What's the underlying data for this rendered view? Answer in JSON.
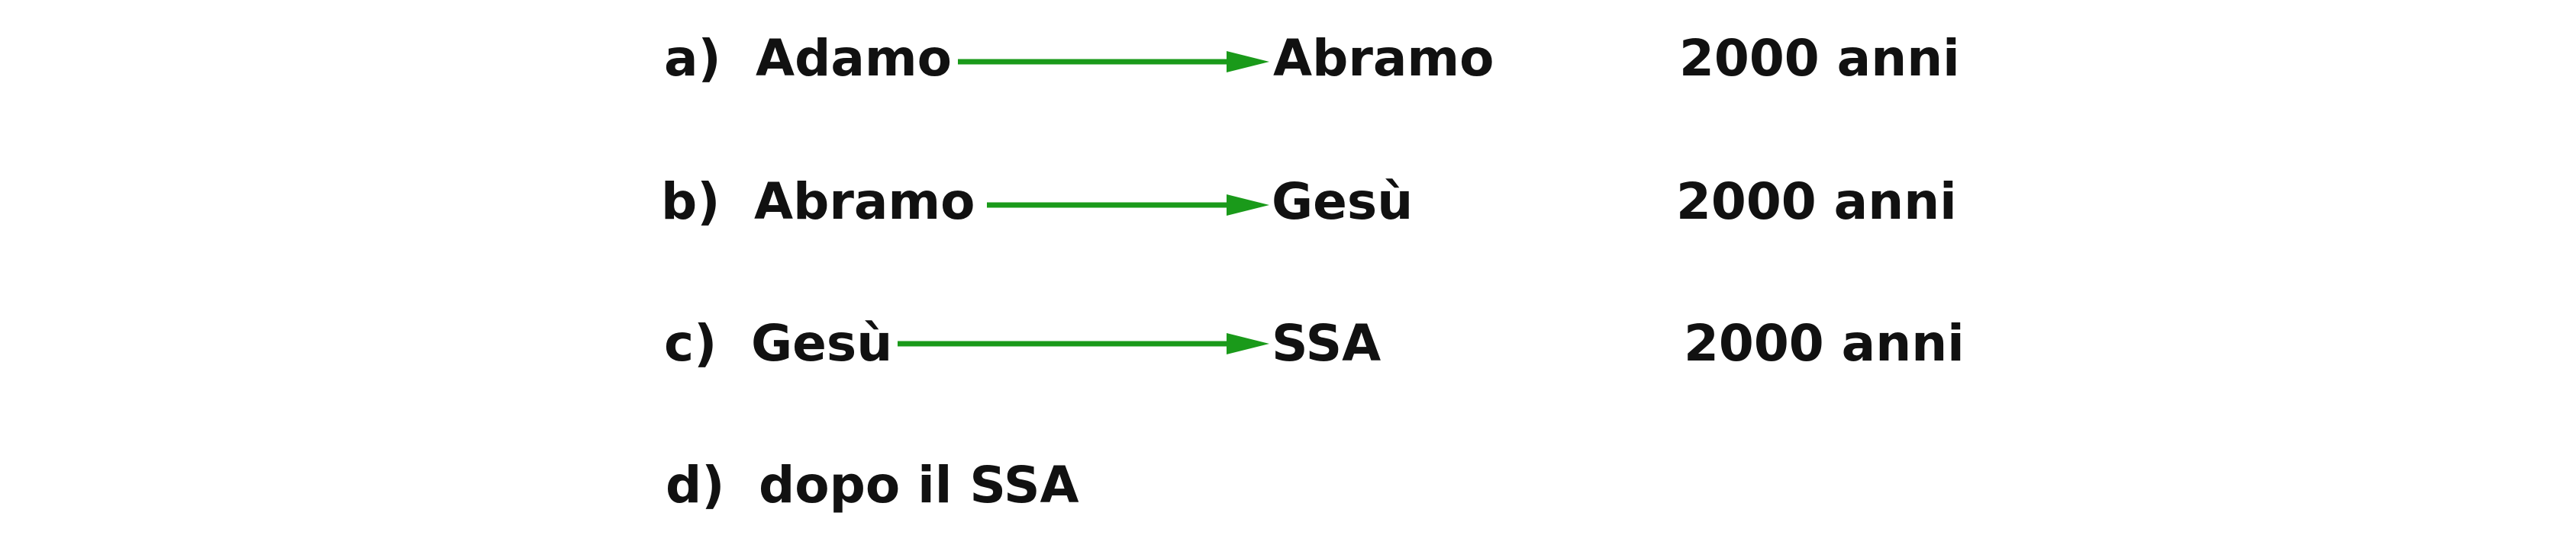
{
  "accent_color": "#1a9a1a",
  "rows": [
    {
      "letter": "a)",
      "from": "Adamo",
      "to": "Abramo",
      "duration": "2000 anni"
    },
    {
      "letter": "b)",
      "from": "Abramo",
      "to": "Gesù",
      "duration": "2000 anni"
    },
    {
      "letter": "c)",
      "from": "Gesù",
      "to": "SSA",
      "duration": "2000 anni"
    },
    {
      "letter": "d)",
      "from": "dopo il SSA"
    }
  ]
}
